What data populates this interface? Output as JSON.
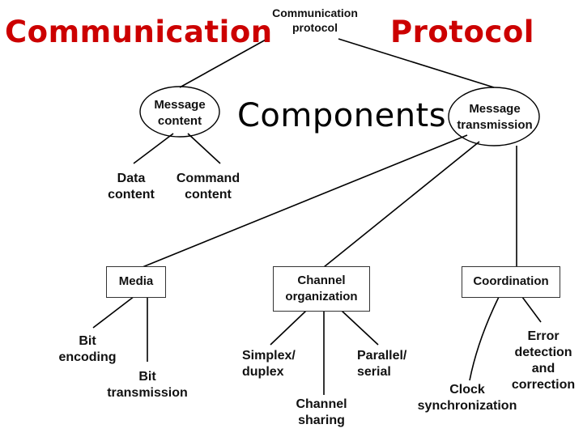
{
  "title": {
    "word1": "Communication",
    "word2": "Protocol",
    "word3": "Components"
  },
  "diagram": {
    "root": "Communication\nprotocol",
    "message_content": "Message\ncontent",
    "message_transmission": "Message\ntransmission",
    "data_content": "Data\ncontent",
    "command_content": "Command\ncontent",
    "media": "Media",
    "channel_organization": "Channel\norganization",
    "coordination": "Coordination",
    "bit_encoding": "Bit\nencoding",
    "bit_transmission": "Bit\ntransmission",
    "simplex_duplex": "Simplex/\nduplex",
    "parallel_serial": "Parallel/\nserial",
    "channel_sharing": "Channel\nsharing",
    "clock_sync": "Clock\nsynchronization",
    "error_detection": "Error\ndetection\nand\ncorrection"
  }
}
